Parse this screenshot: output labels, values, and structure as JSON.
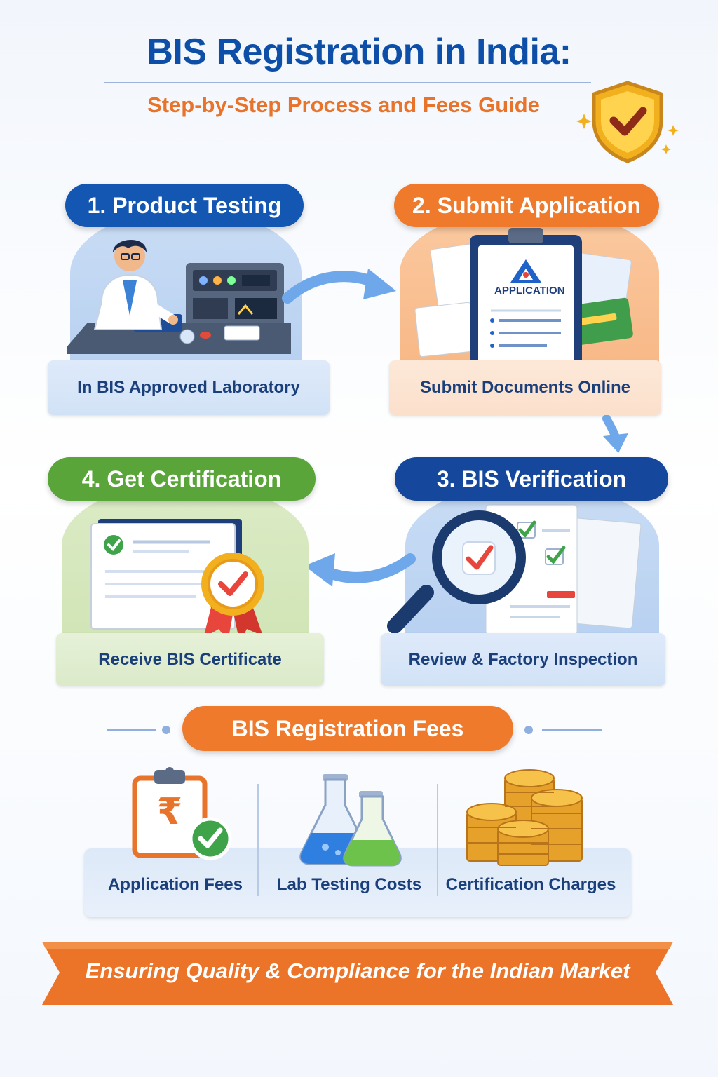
{
  "header": {
    "title": "BIS Registration in India:",
    "subtitle": "Step-by-Step Process and Fees Guide"
  },
  "steps": [
    {
      "title": "1. Product Testing",
      "caption": "In BIS Approved Laboratory",
      "color": "#1457b3"
    },
    {
      "title": "2. Submit Application",
      "caption": "Submit Documents Online",
      "color": "#ef7a2c",
      "doc_label": "APPLICATION"
    },
    {
      "title": "3. BIS Verification",
      "caption": "Review & Factory Inspection",
      "color": "#15489c"
    },
    {
      "title": "4. Get Certification",
      "caption": "Receive BIS Certificate",
      "color": "#5aa53a"
    }
  ],
  "fees": {
    "heading": "BIS Registration Fees",
    "items": [
      {
        "label": "Application Fees",
        "icon": "rupee-clipboard-icon",
        "symbol": "₹"
      },
      {
        "label": "Lab Testing Costs",
        "icon": "lab-flasks-icon"
      },
      {
        "label": "Certification Charges",
        "icon": "coin-stacks-icon"
      }
    ]
  },
  "footer": {
    "tagline": "Ensuring Quality & Compliance for the Indian Market"
  },
  "colors": {
    "primary_blue": "#0d4fa8",
    "accent_orange": "#e8732a",
    "green": "#5aa53a"
  }
}
